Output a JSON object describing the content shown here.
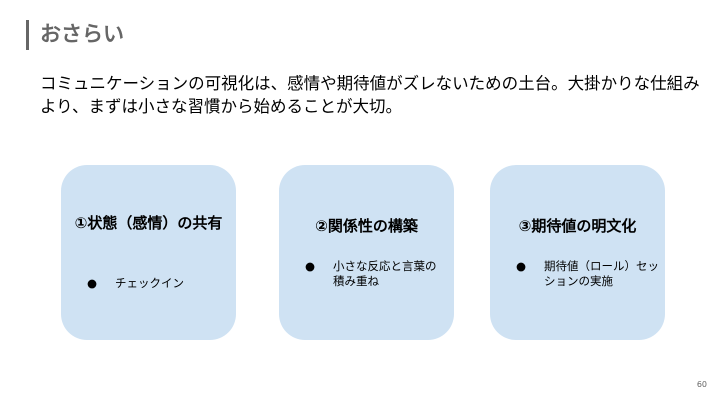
{
  "slide": {
    "title": "おさらい",
    "body": "コミュニケーションの可視化は、感情や期待値がズレないための土台。大掛かりな仕組みより、まずは小さな習慣から始めることが大切。",
    "cards": [
      {
        "title": "①状態（感情）の共有",
        "bullets": [
          "チェックイン"
        ]
      },
      {
        "title": "②関係性の構築",
        "bullets": [
          "小さな反応と言葉の積み重ね"
        ]
      },
      {
        "title": "③期待値の明文化",
        "bullets": [
          "期待値（ロール）セッションの実施"
        ]
      }
    ],
    "bullet_glyph": "●",
    "page_number": "60",
    "colors": {
      "card": "#cfe2f3",
      "title": "#666666"
    }
  }
}
